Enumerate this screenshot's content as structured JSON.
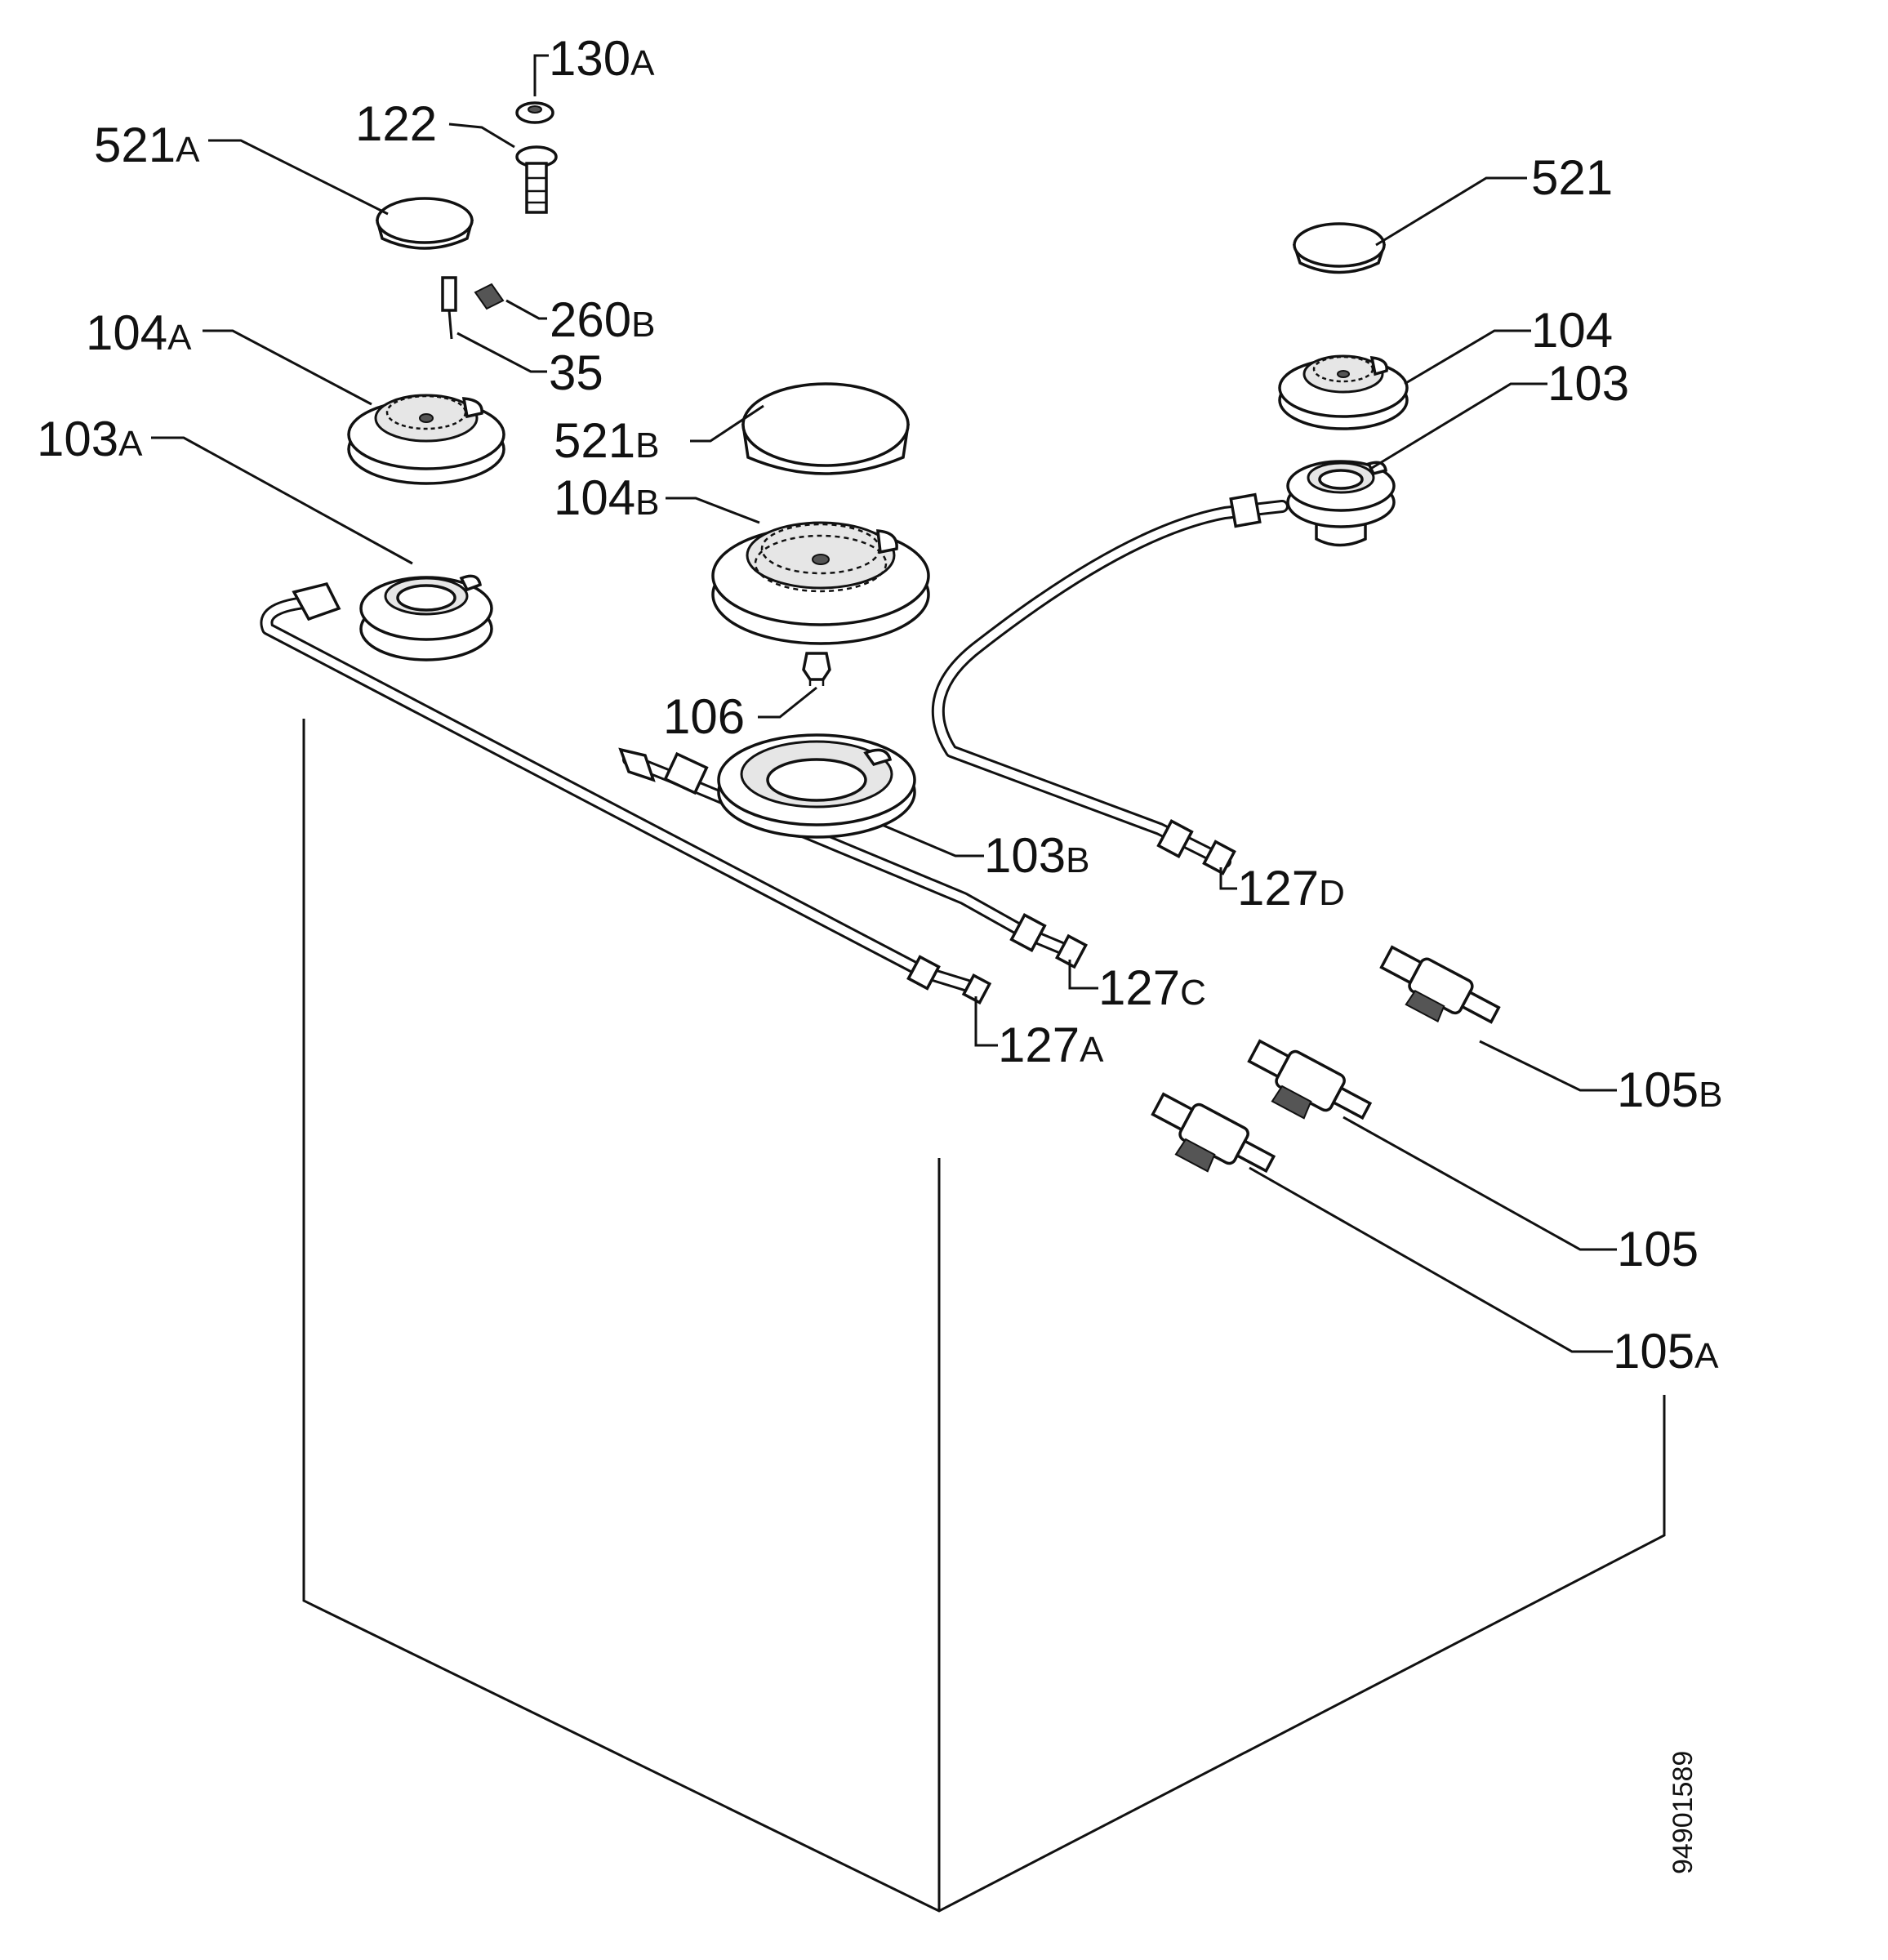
{
  "drawing_code": "94901589",
  "labels": {
    "l130A": {
      "num": "130",
      "suffix": "A"
    },
    "l122": {
      "num": "122",
      "suffix": ""
    },
    "l521A": {
      "num": "521",
      "suffix": "A"
    },
    "l521": {
      "num": "521",
      "suffix": ""
    },
    "l260B": {
      "num": "260",
      "suffix": "B"
    },
    "l35": {
      "num": "35",
      "suffix": ""
    },
    "l104A": {
      "num": "104",
      "suffix": "A"
    },
    "l104": {
      "num": "104",
      "suffix": ""
    },
    "l103": {
      "num": "103",
      "suffix": ""
    },
    "l521B": {
      "num": "521",
      "suffix": "B"
    },
    "l103A": {
      "num": "103",
      "suffix": "A"
    },
    "l104B": {
      "num": "104",
      "suffix": "B"
    },
    "l106": {
      "num": "106",
      "suffix": ""
    },
    "l103B": {
      "num": "103",
      "suffix": "B"
    },
    "l127D": {
      "num": "127",
      "suffix": "D"
    },
    "l127C": {
      "num": "127",
      "suffix": "C"
    },
    "l127A": {
      "num": "127",
      "suffix": "A"
    },
    "l105B": {
      "num": "105",
      "suffix": "B"
    },
    "l105": {
      "num": "105",
      "suffix": ""
    },
    "l105A": {
      "num": "105",
      "suffix": "A"
    }
  }
}
